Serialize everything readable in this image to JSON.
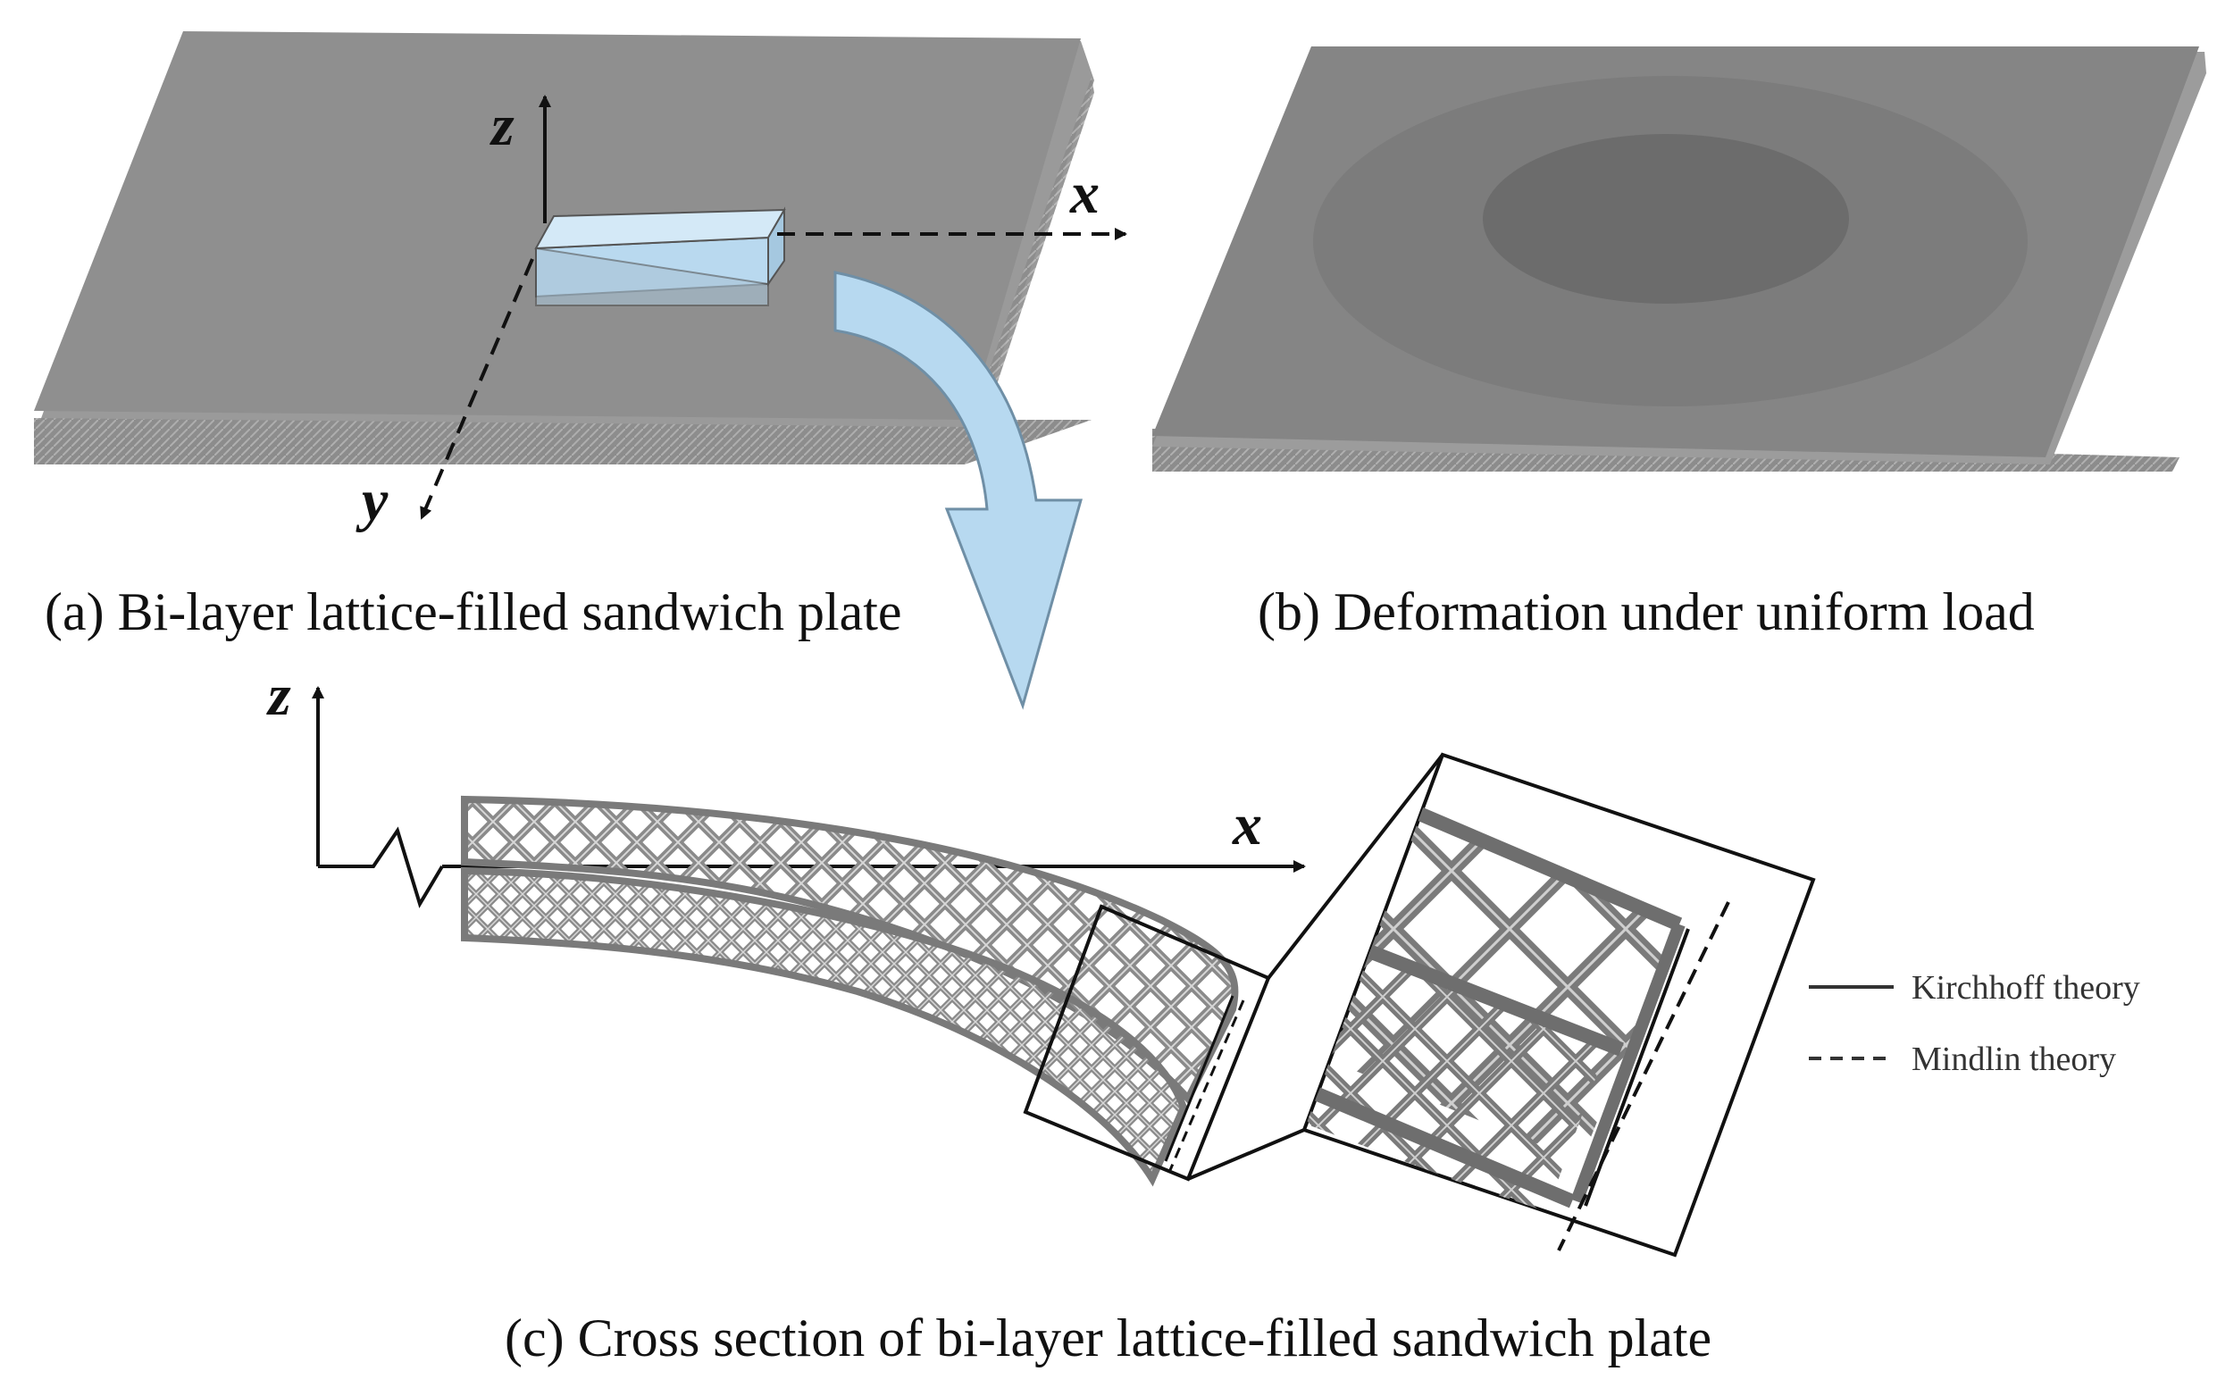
{
  "panel_a": {
    "caption": "(a) Bi-layer lattice-filled sandwich plate",
    "axis_x": "x",
    "axis_y": "y",
    "axis_z": "z"
  },
  "panel_b": {
    "caption": "(b) Deformation under uniform load"
  },
  "panel_c": {
    "caption": "(c) Cross section of bi-layer lattice-filled sandwich plate",
    "axis_x": "x",
    "axis_z": "z"
  },
  "legend": {
    "items": [
      {
        "label": "Kirchhoff theory",
        "style": "solid"
      },
      {
        "label": "Mindlin theory",
        "style": "dashed"
      }
    ]
  },
  "colors": {
    "plate": "#8f8f8f",
    "plate_edge": "#777777",
    "highlight_box": "#b9d9ef",
    "arrow": "#b7d9f0",
    "lattice": "#8c8c8c",
    "deform_outer": "#7e7e7e",
    "deform_inner": "#6d6d6d"
  }
}
